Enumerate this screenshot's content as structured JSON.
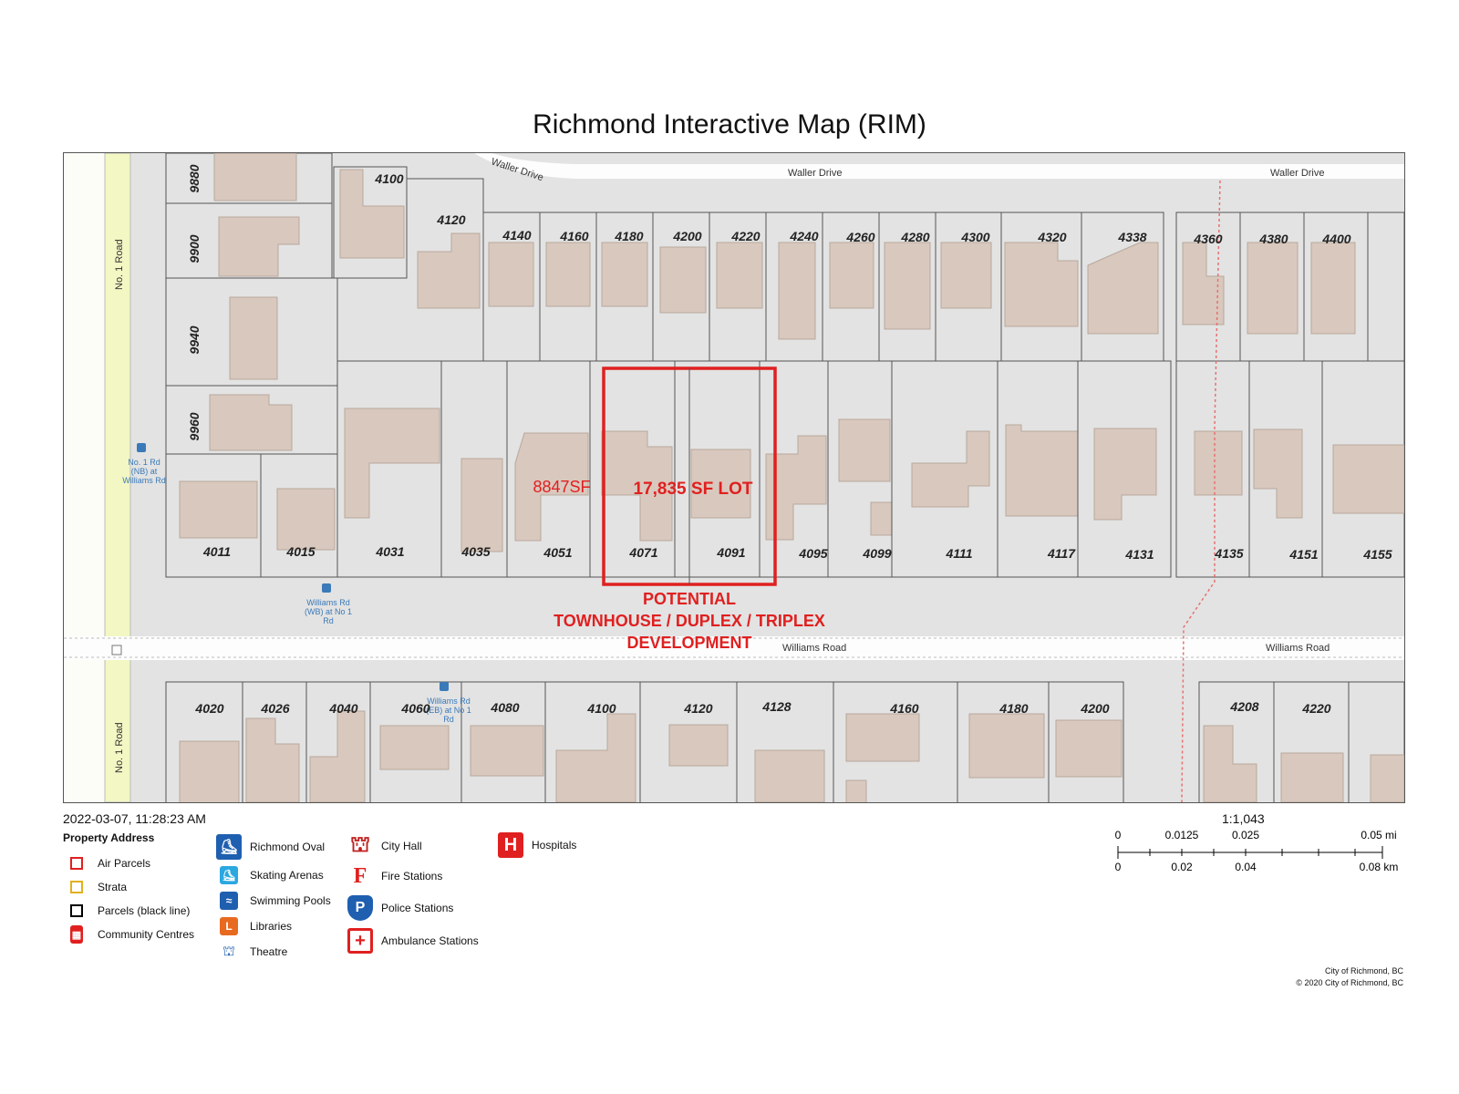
{
  "page": {
    "title": "Richmond Interactive Map (RIM)",
    "timestamp": "2022-03-07, 11:28:23 AM"
  },
  "map": {
    "roads": {
      "waller_drive": [
        "Waller Drive",
        "Waller Drive",
        "Waller Drive"
      ],
      "williams_road": [
        "Williams Road",
        "Williams Road"
      ],
      "no1_road": [
        "No. 1 Road",
        "No. 1 Road"
      ]
    },
    "bus_stops": [
      "No. 1 Rd (NB) at Williams Rd",
      "Williams Rd (WB) at No 1 Rd",
      "Williams Rd (EB) at No 1 Rd"
    ],
    "west_lots": [
      "9880",
      "9900",
      "9940",
      "9960"
    ],
    "north_row": [
      "4100",
      "4120",
      "4140",
      "4160",
      "4180",
      "4200",
      "4220",
      "4240",
      "4260",
      "4280",
      "4300",
      "4320",
      "4338",
      "4360",
      "4380",
      "4400"
    ],
    "middle_row": [
      "4011",
      "4015",
      "4031",
      "4035",
      "4051",
      "4071",
      "4091",
      "4095",
      "4099",
      "4111",
      "4117",
      "4131",
      "4135",
      "4151",
      "4155"
    ],
    "south_row": [
      "4020",
      "4026",
      "4040",
      "4060",
      "4080",
      "4100",
      "4120",
      "4128",
      "4160",
      "4180",
      "4200",
      "4208",
      "4220"
    ],
    "annotations": {
      "neighbor_area": "8847SF",
      "lot_area": "17,835 SF LOT",
      "development": [
        "POTENTIAL",
        "TOWNHOUSE / DUPLEX / TRIPLEX",
        "DEVELOPMENT"
      ]
    },
    "colors": {
      "highlight": "#e02020",
      "parcel_fill": "#e3e3e3",
      "building_fill": "#d9c8bd",
      "arterial_road": "#f2f7c3"
    }
  },
  "legend": {
    "heading": "Property Address",
    "column1": [
      {
        "label": "Air Parcels",
        "icon": "red-square-outline"
      },
      {
        "label": "Strata",
        "icon": "yellow-square-outline"
      },
      {
        "label": "Parcels (black line)",
        "icon": "black-square-outline"
      },
      {
        "label": "Community Centres",
        "icon": "community-centre-icon"
      }
    ],
    "column2": [
      {
        "label": "Richmond Oval",
        "icon": "richmond-oval-icon"
      },
      {
        "label": "Skating Arenas",
        "icon": "skating-icon"
      },
      {
        "label": "Swimming Pools",
        "icon": "swimming-icon"
      },
      {
        "label": "Libraries",
        "icon": "library-icon"
      },
      {
        "label": "Theatre",
        "icon": "theatre-icon"
      }
    ],
    "column3": [
      {
        "label": "City Hall",
        "icon": "city-hall-icon"
      },
      {
        "label": "Fire Stations",
        "icon": "fire-station-icon"
      },
      {
        "label": "Police Stations",
        "icon": "police-station-icon"
      },
      {
        "label": "Ambulance Stations",
        "icon": "ambulance-icon"
      }
    ],
    "column4": [
      {
        "label": "Hospitals",
        "icon": "hospital-icon"
      }
    ]
  },
  "scale": {
    "ratio": "1:1,043",
    "miles": [
      "0",
      "0.0125",
      "0.025",
      "0.05 mi"
    ],
    "km": [
      "0",
      "0.02",
      "0.04",
      "0.08 km"
    ]
  },
  "credits": [
    "City of Richmond, BC",
    "© 2020 City of Richmond, BC"
  ]
}
